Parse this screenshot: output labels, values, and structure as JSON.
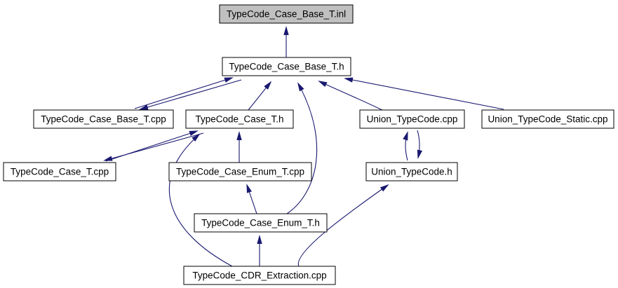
{
  "diagram": {
    "type": "include-dependency-graph",
    "background_color": "#ffffff",
    "edge_color": "#191970",
    "node_fill": "#ffffff",
    "selected_node_fill": "#c0c0c0",
    "node_border_color": "#000000",
    "text_color": "#000000",
    "nodes": [
      {
        "id": "typecode-case-base-t-inl",
        "label": "TypeCode_Case_Base_T.inl",
        "selected": true
      },
      {
        "id": "typecode-case-base-t-h",
        "label": "TypeCode_Case_Base_T.h",
        "selected": false
      },
      {
        "id": "typecode-case-base-t-cpp",
        "label": "TypeCode_Case_Base_T.cpp",
        "selected": false
      },
      {
        "id": "typecode-case-t-h",
        "label": "TypeCode_Case_T.h",
        "selected": false
      },
      {
        "id": "union-typecode-cpp",
        "label": "Union_TypeCode.cpp",
        "selected": false
      },
      {
        "id": "union-typecode-static-cpp",
        "label": "Union_TypeCode_Static.cpp",
        "selected": false
      },
      {
        "id": "typecode-case-t-cpp",
        "label": "TypeCode_Case_T.cpp",
        "selected": false
      },
      {
        "id": "typecode-case-enum-t-cpp",
        "label": "TypeCode_Case_Enum_T.cpp",
        "selected": false
      },
      {
        "id": "union-typecode-h",
        "label": "Union_TypeCode.h",
        "selected": false
      },
      {
        "id": "typecode-case-enum-t-h",
        "label": "TypeCode_Case_Enum_T.h",
        "selected": false
      },
      {
        "id": "typecode-cdr-extraction-cpp",
        "label": "TypeCode_CDR_Extraction.cpp",
        "selected": false
      }
    ],
    "edges": [
      {
        "from": "TypeCode_Case_Base_T.h",
        "to": "TypeCode_Case_Base_T.inl"
      },
      {
        "from": "TypeCode_Case_Base_T.cpp",
        "to": "TypeCode_Case_Base_T.h"
      },
      {
        "from": "TypeCode_Case_Base_T.h",
        "to": "TypeCode_Case_Base_T.cpp"
      },
      {
        "from": "TypeCode_Case_T.h",
        "to": "TypeCode_Case_Base_T.h"
      },
      {
        "from": "TypeCode_Case_Enum_T.h",
        "to": "TypeCode_Case_Base_T.h"
      },
      {
        "from": "Union_TypeCode.cpp",
        "to": "TypeCode_Case_Base_T.h"
      },
      {
        "from": "Union_TypeCode_Static.cpp",
        "to": "TypeCode_Case_Base_T.h"
      },
      {
        "from": "TypeCode_Case_T.cpp",
        "to": "TypeCode_Case_T.h"
      },
      {
        "from": "TypeCode_Case_T.h",
        "to": "TypeCode_Case_T.cpp"
      },
      {
        "from": "TypeCode_Case_Enum_T.cpp",
        "to": "TypeCode_Case_T.h"
      },
      {
        "from": "TypeCode_CDR_Extraction.cpp",
        "to": "TypeCode_Case_T.h"
      },
      {
        "from": "TypeCode_Case_Enum_T.h",
        "to": "TypeCode_Case_Enum_T.cpp"
      },
      {
        "from": "TypeCode_CDR_Extraction.cpp",
        "to": "TypeCode_Case_Enum_T.h"
      },
      {
        "from": "TypeCode_CDR_Extraction.cpp",
        "to": "Union_TypeCode.h"
      },
      {
        "from": "Union_TypeCode.h",
        "to": "Union_TypeCode.cpp"
      },
      {
        "from": "Union_TypeCode.cpp",
        "to": "Union_TypeCode.h"
      }
    ]
  }
}
